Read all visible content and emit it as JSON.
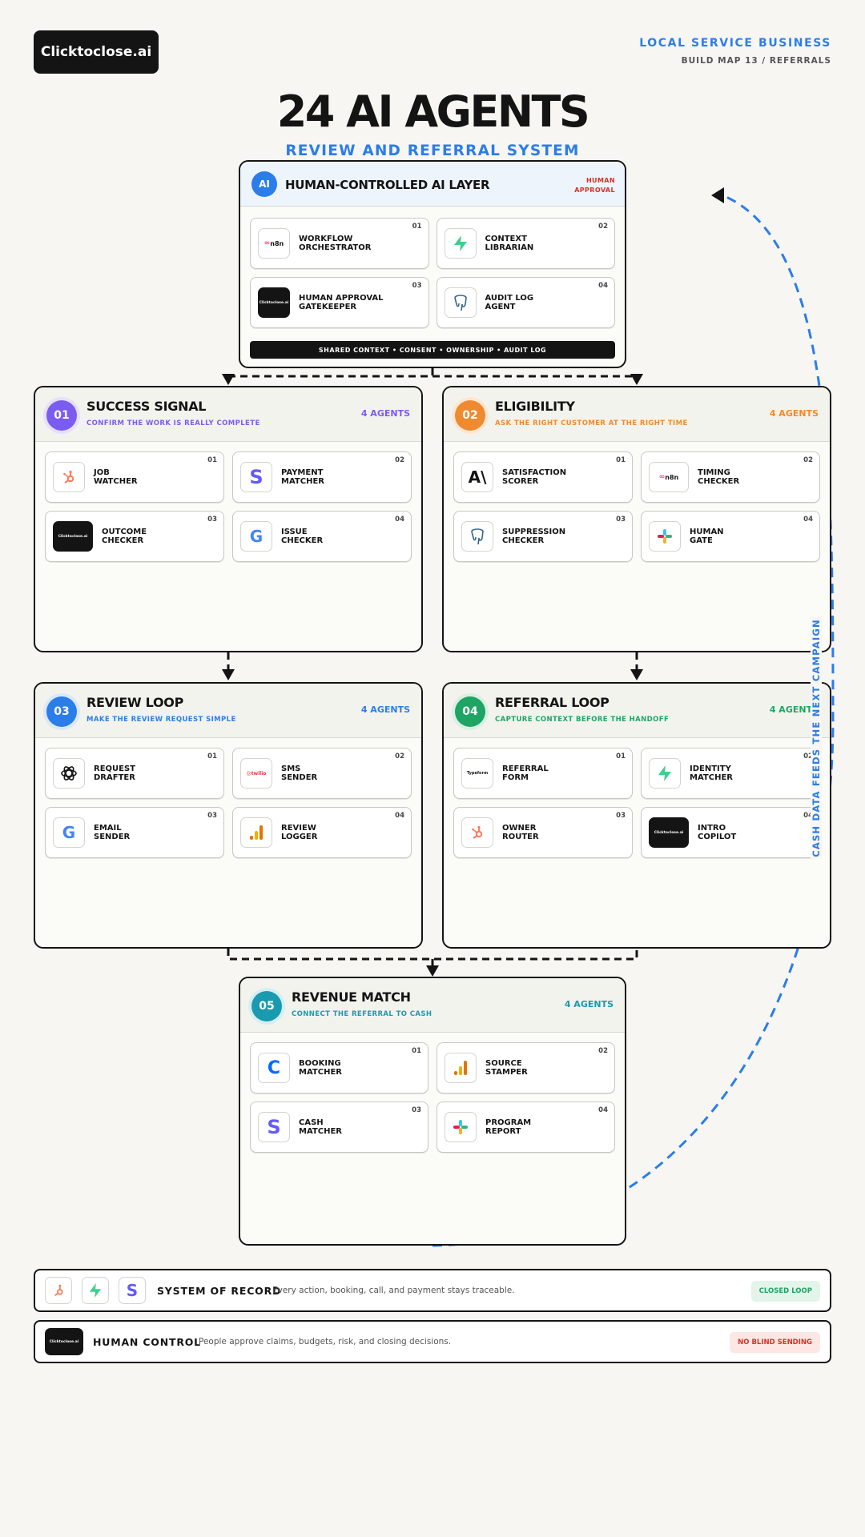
{
  "brand": "Clicktoclose.ai",
  "header": {
    "kicker": "LOCAL SERVICE BUSINESS",
    "subkicker": "BUILD MAP 13 / REFERRALS"
  },
  "title": "24 AI AGENTS",
  "subtitle": "REVIEW AND REFERRAL SYSTEM",
  "ai_layer": {
    "badge": "AI",
    "title": "HUMAN-CONTROLLED AI LAYER",
    "approval": [
      "HUMAN",
      "APPROVAL"
    ],
    "agents": [
      {
        "num": "01",
        "line1": "WORKFLOW",
        "line2": "ORCHESTRATOR",
        "icon": "n8n-icon",
        "icon_text": "n8n"
      },
      {
        "num": "02",
        "line1": "CONTEXT",
        "line2": "LIBRARIAN",
        "icon": "supabase-icon"
      },
      {
        "num": "03",
        "line1": "HUMAN APPROVAL",
        "line2": "GATEKEEPER",
        "icon": "clicktoclose-icon",
        "icon_text": "Clicktoclose.ai"
      },
      {
        "num": "04",
        "line1": "AUDIT LOG",
        "line2": "AGENT",
        "icon": "postgres-icon"
      }
    ],
    "footer": "SHARED CONTEXT • CONSENT • OWNERSHIP • AUDIT LOG"
  },
  "stages": [
    {
      "badge": "01",
      "title": "SUCCESS SIGNAL",
      "tagline": "CONFIRM THE WORK IS REALLY COMPLETE",
      "count": "4 AGENTS",
      "color": "#7b5cf0",
      "agents": [
        {
          "num": "01",
          "line1": "JOB",
          "line2": "WATCHER",
          "icon": "hubspot-icon"
        },
        {
          "num": "02",
          "line1": "PAYMENT",
          "line2": "MATCHER",
          "icon": "stripe-icon",
          "icon_text": "S"
        },
        {
          "num": "03",
          "line1": "OUTCOME",
          "line2": "CHECKER",
          "icon": "clicktoclose-icon",
          "icon_text": "Clicktoclose.ai"
        },
        {
          "num": "04",
          "line1": "ISSUE",
          "line2": "CHECKER",
          "icon": "google-icon",
          "icon_text": "G"
        }
      ]
    },
    {
      "badge": "02",
      "title": "ELIGIBILITY",
      "tagline": "ASK THE RIGHT CUSTOMER AT THE RIGHT TIME",
      "count": "4 AGENTS",
      "color": "#f08a30",
      "agents": [
        {
          "num": "01",
          "line1": "SATISFACTION",
          "line2": "SCORER",
          "icon": "anthropic-icon",
          "icon_text": "A\\"
        },
        {
          "num": "02",
          "line1": "TIMING",
          "line2": "CHECKER",
          "icon": "n8n-icon",
          "icon_text": "n8n"
        },
        {
          "num": "03",
          "line1": "SUPPRESSION",
          "line2": "CHECKER",
          "icon": "postgres-icon"
        },
        {
          "num": "04",
          "line1": "HUMAN",
          "line2": "GATE",
          "icon": "slack-icon"
        }
      ]
    },
    {
      "badge": "03",
      "title": "REVIEW LOOP",
      "tagline": "MAKE THE REVIEW REQUEST SIMPLE",
      "count": "4 AGENTS",
      "color": "#2b7de9",
      "agents": [
        {
          "num": "01",
          "line1": "REQUEST",
          "line2": "DRAFTER",
          "icon": "openai-icon"
        },
        {
          "num": "02",
          "line1": "SMS",
          "line2": "SENDER",
          "icon": "twilio-icon",
          "icon_text": "twilio"
        },
        {
          "num": "03",
          "line1": "EMAIL",
          "line2": "SENDER",
          "icon": "google-icon",
          "icon_text": "G"
        },
        {
          "num": "04",
          "line1": "REVIEW",
          "line2": "LOGGER",
          "icon": "analytics-icon"
        }
      ]
    },
    {
      "badge": "04",
      "title": "REFERRAL LOOP",
      "tagline": "CAPTURE CONTEXT BEFORE THE HANDOFF",
      "count": "4 AGENTS",
      "color": "#1fa463",
      "agents": [
        {
          "num": "01",
          "line1": "REFERRAL",
          "line2": "FORM",
          "icon": "typeform-icon",
          "icon_text": "Typeform"
        },
        {
          "num": "02",
          "line1": "IDENTITY",
          "line2": "MATCHER",
          "icon": "supabase-icon"
        },
        {
          "num": "03",
          "line1": "OWNER",
          "line2": "ROUTER",
          "icon": "hubspot-icon"
        },
        {
          "num": "04",
          "line1": "INTRO",
          "line2": "COPILOT",
          "icon": "clicktoclose-icon",
          "icon_text": "Clicktoclose.ai"
        }
      ]
    },
    {
      "badge": "05",
      "title": "REVENUE MATCH",
      "tagline": "CONNECT THE REFERRAL TO CASH",
      "count": "4 AGENTS",
      "color": "#1a9aae",
      "agents": [
        {
          "num": "01",
          "line1": "BOOKING",
          "line2": "MATCHER",
          "icon": "calendly-icon",
          "icon_text": "C"
        },
        {
          "num": "02",
          "line1": "SOURCE",
          "line2": "STAMPER",
          "icon": "analytics-icon"
        },
        {
          "num": "03",
          "line1": "CASH",
          "line2": "MATCHER",
          "icon": "stripe-icon",
          "icon_text": "S"
        },
        {
          "num": "04",
          "line1": "PROGRAM",
          "line2": "REPORT",
          "icon": "slack-icon"
        }
      ]
    }
  ],
  "feedback_label": "CASH DATA FEEDS THE NEXT CAMPAIGN",
  "system_of_record": {
    "title": "SYSTEM OF RECORD",
    "desc": "Every action, booking, call, and payment stays traceable.",
    "pill": "CLOSED LOOP",
    "icons": [
      "hubspot-icon",
      "supabase-icon",
      "stripe-icon"
    ],
    "stripe_text": "S"
  },
  "human_control": {
    "title": "HUMAN CONTROL",
    "desc": "People approve claims, budgets, risk, and closing decisions.",
    "pill": "NO BLIND SENDING",
    "icon": "clicktoclose-icon",
    "icon_text": "Clicktoclose.ai"
  },
  "colors": {
    "accent": "#2b7de9",
    "dark": "#141414",
    "red": "#d93025",
    "green_pill_bg": "#e3f5ea",
    "green_pill_fg": "#1fa463",
    "red_pill_bg": "#fde7e5"
  }
}
